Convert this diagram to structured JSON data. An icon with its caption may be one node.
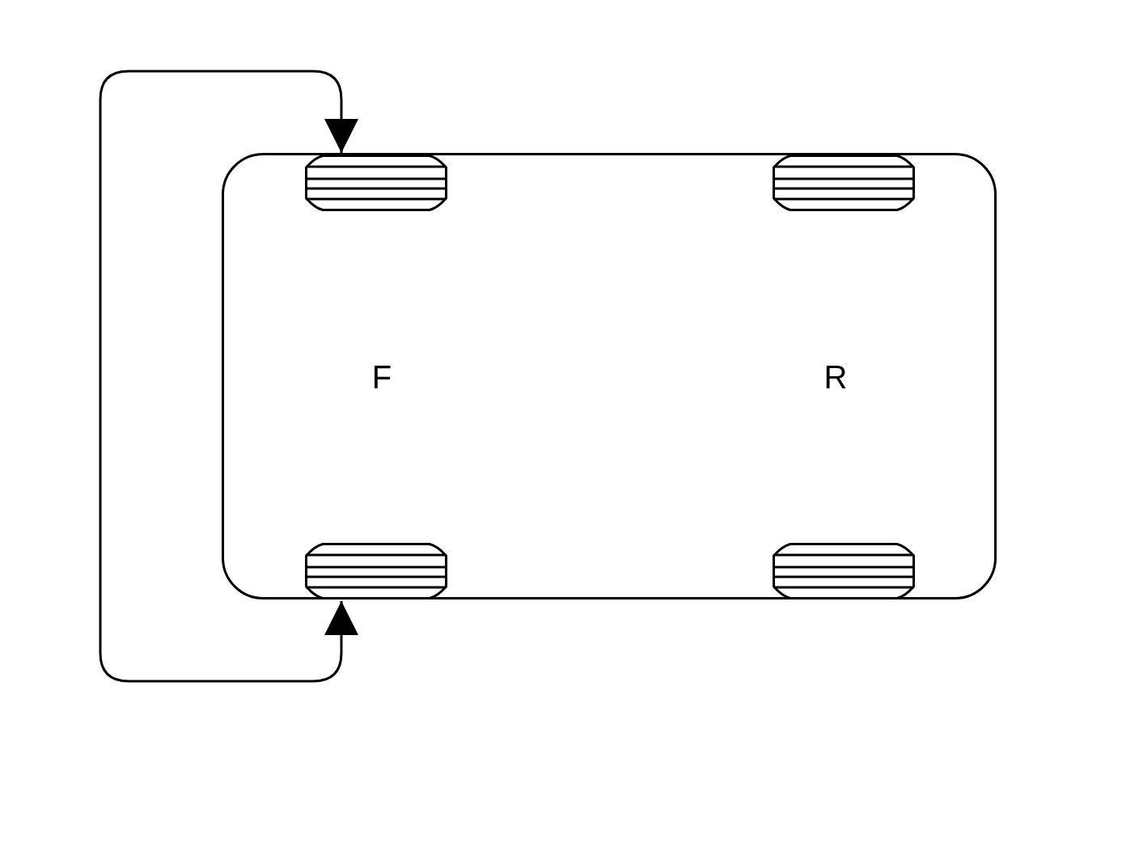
{
  "diagram": {
    "nodes": [
      {
        "text": [],
        "shape": "box"
      },
      {
        "text": [],
        "shape": "bar",
        "in": 0
      },
      {
        "text": [],
        "shape": "bar",
        "in": 0
      },
      {
        "text": [],
        "shape": "bar",
        "in": 0
      },
      {
        "text": [],
        "shape": "bar",
        "in": 0
      }
    ],
    "edges": [
      {
        "from": 1,
        "to": 3,
        "arrow": "both"
      }
    ],
    "labels": [
      "F",
      "R"
    ]
  }
}
